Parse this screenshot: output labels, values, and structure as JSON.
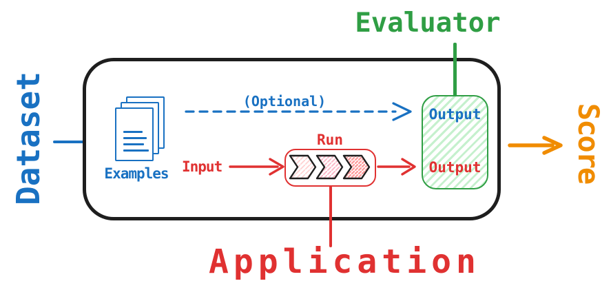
{
  "diagram": {
    "title": "Evaluation flow diagram",
    "labels": {
      "dataset": "Dataset",
      "evaluator": "Evaluator",
      "application": "Application",
      "score": "Score",
      "examples": "Examples",
      "optional": "(Optional)",
      "input": "Input",
      "run": "Run",
      "output_reference": "Output",
      "output_actual": "Output"
    },
    "icons": {
      "examples": "documents-stack-icon",
      "run": "chevron-pipeline-icon"
    },
    "colors": {
      "blue": "#1971c2",
      "red": "#e03131",
      "green": "#2f9e44",
      "orange": "#f08c00",
      "black": "#1e1e1e",
      "green_hatch": "#c5f0cd",
      "red_hatch_light": "#ffd2d2",
      "red_hatch_medium": "#fbb9c9",
      "red_hatch_dense": "#ff9f9f"
    },
    "flow": "Dataset -> Examples -> Input -> Run (Application) -> Output; Optional reference Output -> Evaluator -> Score"
  }
}
